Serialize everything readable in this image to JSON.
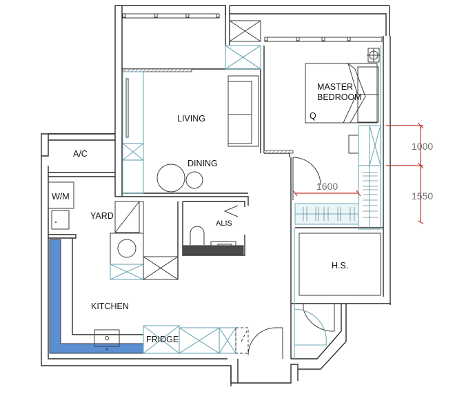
{
  "plan": {
    "type": "apartment floor plan",
    "colors": {
      "wall": "#2b2b2b",
      "fixture_outline": "#6fa8b8",
      "counter_highlight": "#5b8fd1",
      "dimension_line": "#c0392b",
      "dimension_text": "#6d6d6d",
      "vanity": "#4a4a4a"
    }
  },
  "rooms": {
    "living": "LIVING",
    "dining": "DINING",
    "master_bedroom_line1": "MASTER",
    "master_bedroom_line2": "BEDROOM",
    "bed_size": "Q",
    "ac": "A/C",
    "washing_machine": "W/M",
    "yard": "YARD",
    "bathroom": "ALIS",
    "kitchen": "KITCHEN",
    "fridge": "FRIDGE",
    "household_shelter": "H.S."
  },
  "dimensions": {
    "horizontal": "1600",
    "vertical_top": "1000",
    "vertical_bottom": "1550"
  }
}
